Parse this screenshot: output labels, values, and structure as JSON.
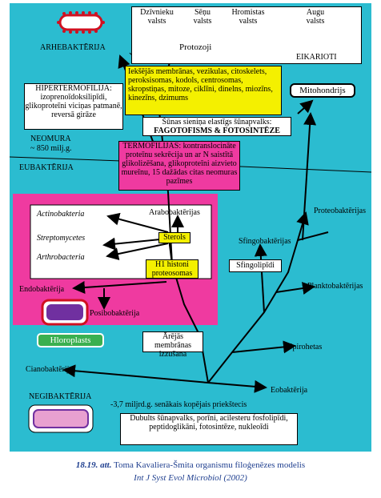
{
  "labels": {
    "arhebakterija": "ARHEBAKTĒRIJA",
    "dzivnieku": "Dzīvnieku",
    "dzivnieku2": "valsts",
    "senu": "Sēņu",
    "senu2": "valsts",
    "hromistas": "Hromistas",
    "hromistas2": "valsts",
    "augu": "Augu",
    "augu2": "valsts",
    "protozoji": "Protozoji",
    "eikarioti": "EIKARIOTI",
    "hipertermofilija_title": "HIPERTERMOFILIJA:",
    "hipertermofilija_body": "izoprenoīdoksilipīdi, glikoproteīni viciņas patmanē, reversā girāze",
    "iekseja": "Iekšējās membrānas, vezikulas, citoskelets, peroksisomas, kodols, centrosomas, skropstiņas, mitoze, ciklīni, dinelns, miozīns, kinezīns, dzimums",
    "mitohondrijs": "Mitohondrijs",
    "sunas": "Šūnas sieniņa elastīgs šūnapvalks:",
    "fagotofisms": "FAGOTOFISMS & FOTOSINTĒZE",
    "neomura": "NEOMURA",
    "neomura_age": "~ 850 milj.g.",
    "eubakterija": "EUBAKTĒRIJA",
    "termofilija": "TERMOFILIJAS: kontranslocināte proteīnu sekrēcija un ar N saistītā glikolizēšana, glikoproteīni aizvieto mureīnu, 15 dažādas citas neomuras pazīmes",
    "actinobakteria": "Actinobakteria",
    "streptomycetes": "Streptomycetes",
    "arthrobacteria": "Arthrobacteria",
    "arabobakterijas": "Arabobaktērijas",
    "sterols": "Sterols",
    "h1": "H1 histoni proteosomas",
    "endobakterija": "Endobaktērija",
    "posibobakterija": "Posibobaktērija",
    "hloroplasts": "Hloroplasts",
    "arejas": "Ārējās membrānas izzušana",
    "proteobakterijas": "Proteobaktērijas",
    "sfingobakterijas": "Sfingobaktērijas",
    "sfingolipidi": "Sfingolipīdi",
    "planktobakterijas": "Planktobaktērijas",
    "spirohetas": "Spirohetas",
    "cianobakterija": "Cianobaktērija",
    "eobakterija": "Eobaktērija",
    "negibakterija": "NEGIBAKTĒRIJA",
    "age37": "-3,7 miljrd.g. senākais kopējais priekštecis",
    "dubults": "Dubults šūnapvalks, porīni, acilesteru fosfolipīdi, peptidoglikāni, fotosintēze, nukleoīdi"
  },
  "caption": {
    "fig": "18.19. att.",
    "title": "Toma Kavaliera-Šmita organismu filoģenēzes modelis",
    "source": "Int J Syst Evol Microbiol (2002)"
  }
}
